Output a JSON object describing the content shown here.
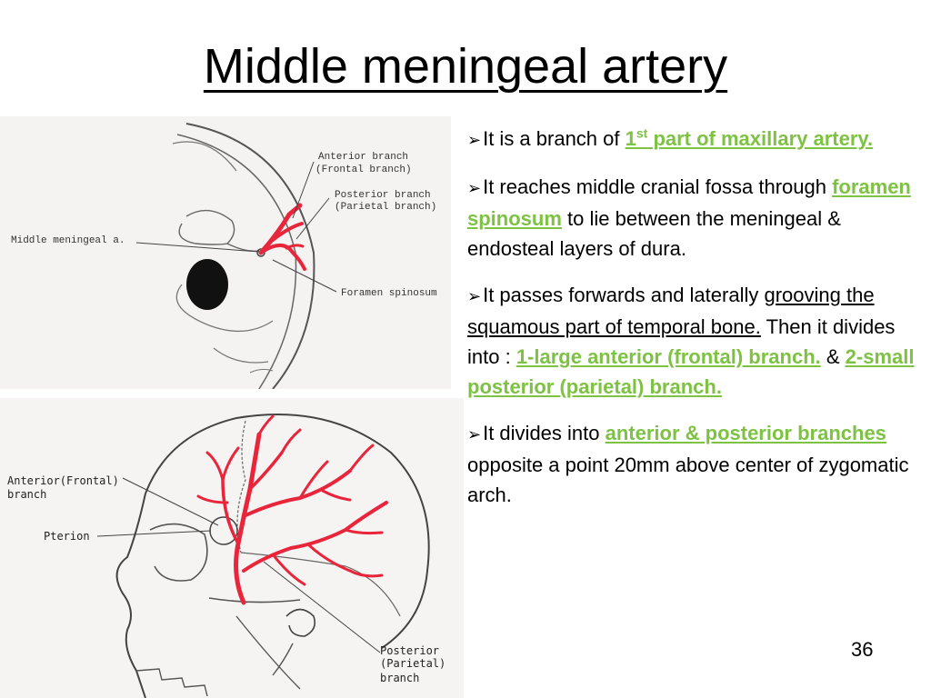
{
  "title": "Middle meningeal artery",
  "figure_top": {
    "labels": {
      "anterior_branch_1": "Anterior branch",
      "anterior_branch_2": "(Frontal branch)",
      "posterior_branch_1": "Posterior branch",
      "posterior_branch_2": "(Parietal branch)",
      "middle_meningeal": "Middle meningeal a.",
      "foramen_spinosum": "Foramen spinosum"
    }
  },
  "figure_bottom": {
    "labels": {
      "anterior_1": "Anterior(Frontal)",
      "anterior_2": "branch",
      "pterion": "Pterion",
      "posterior_1": "Posterior",
      "posterior_2": "(Parietal)",
      "posterior_3": "branch"
    }
  },
  "bullets": [
    {
      "t1": "It is a branch of ",
      "g1": "1",
      "sup": "st",
      "g2": " part of maxillary artery."
    },
    {
      "t1": "It reaches middle cranial fossa through ",
      "g1": "foramen spinosum",
      "t2": " to lie between the meningeal & endosteal layers of dura."
    },
    {
      "t1": "It passes forwards and laterally ",
      "u1": "grooving the squamous part of temporal bone.",
      "t2": " Then it divides into : ",
      "g1": "1-large anterior (frontal) branch.",
      "t3": " & ",
      "g2": "2-small posterior (parietal) branch."
    },
    {
      "t1": "It divides into ",
      "g1": "anterior & posterior branches",
      "t2": " opposite a point 20mm above center of zygomatic arch."
    }
  ],
  "bullet_marker": "➢",
  "page_number": "36",
  "colors": {
    "highlight": "#7dc242",
    "artery": "#e8253a"
  }
}
